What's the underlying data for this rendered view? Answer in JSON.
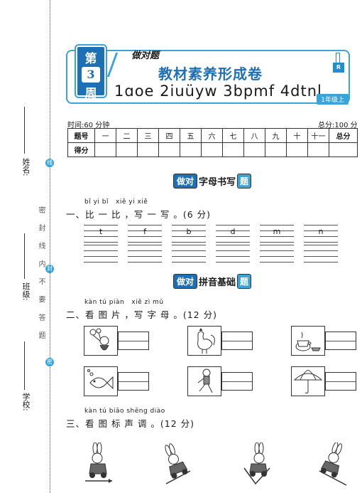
{
  "margin": {
    "name_label": "姓名:",
    "class_label": "班级:",
    "school_label": "学校:",
    "seal_chars": [
      "线",
      "封",
      "密"
    ],
    "seal_text": "密 封 线 内 不 要 答 题"
  },
  "header": {
    "badge": [
      "第",
      "3",
      "周"
    ],
    "series": "做对题",
    "title": "教材素养形成卷",
    "subtitle": "1ɑoe 2iuüyw 3bpmf 4dtnl",
    "grade": "1年级上",
    "r_tag": "R"
  },
  "exam": {
    "time_label": "时间:60 分钟",
    "total_label": "总分:100 分",
    "columns": [
      "题号",
      "一",
      "二",
      "三",
      "四",
      "五",
      "六",
      "七",
      "八",
      "九",
      "十",
      "十一",
      "总分"
    ],
    "score_row_label": "得分"
  },
  "section1": {
    "tag": "做对",
    "text": "字母书写",
    "end": "题"
  },
  "q1": {
    "pinyin": "bǐ yi bǐ   xiě yi xiě",
    "text": "一、比 一 比 ，写 一 写 。(6 分)",
    "letters": [
      "t",
      "f",
      "b",
      "d",
      "m",
      "n"
    ]
  },
  "section2": {
    "tag": "做对",
    "text": "拼音基础",
    "end": "题"
  },
  "q2": {
    "pinyin": "kàn tú piàn   xiě zì mǔ",
    "text": "二、看 图 片 ，写 字 母 。(12 分)",
    "pictures": [
      "girl-with-balloons-icon",
      "rooster-icon",
      "teacup-icon",
      "fish-icon",
      "boy-running-icon",
      "umbrella-icon"
    ]
  },
  "q3": {
    "pinyin": "kàn tú biāo shēng diào",
    "text": "三、看 图 标  声  调 。(12 分)"
  }
}
